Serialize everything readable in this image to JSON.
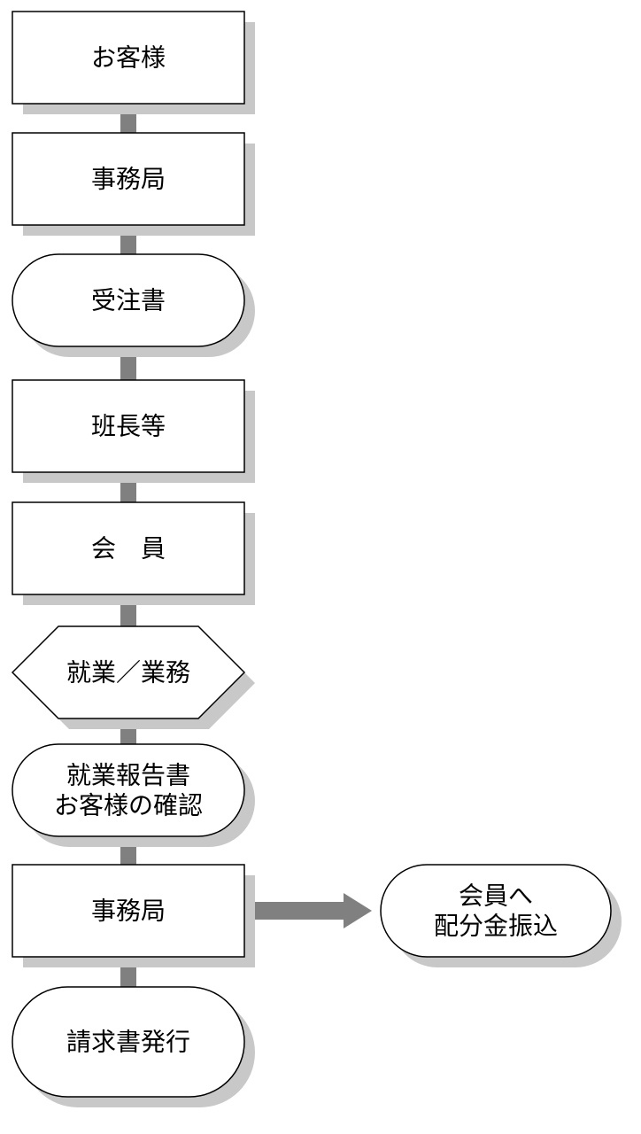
{
  "colors": {
    "background": "#ffffff",
    "node_fill": "#ffffff",
    "node_stroke": "#000000",
    "shadow": "#c8c8c8",
    "connector": "#808080",
    "text": "#000000"
  },
  "flow": {
    "nodes": [
      {
        "id": "customer",
        "shape": "rectangle",
        "lines": [
          "お客様"
        ]
      },
      {
        "id": "office-1",
        "shape": "rectangle",
        "lines": [
          "事務局"
        ]
      },
      {
        "id": "order-form",
        "shape": "terminator",
        "lines": [
          "受注書"
        ]
      },
      {
        "id": "team-leader",
        "shape": "rectangle",
        "lines": [
          "班長等"
        ]
      },
      {
        "id": "member",
        "shape": "rectangle",
        "lines": [
          "会　員"
        ]
      },
      {
        "id": "work",
        "shape": "hexagon",
        "lines": [
          "就業／業務"
        ]
      },
      {
        "id": "work-report",
        "shape": "terminator",
        "lines": [
          "就業報告書",
          "お客様の確認"
        ]
      },
      {
        "id": "office-2",
        "shape": "rectangle",
        "lines": [
          "事務局"
        ]
      },
      {
        "id": "invoice",
        "shape": "terminator",
        "lines": [
          "請求書発行"
        ]
      }
    ],
    "side_branch": {
      "from": "office-2",
      "node": {
        "id": "payout",
        "shape": "terminator",
        "lines": [
          "会員へ",
          "配分金振込"
        ]
      }
    }
  }
}
